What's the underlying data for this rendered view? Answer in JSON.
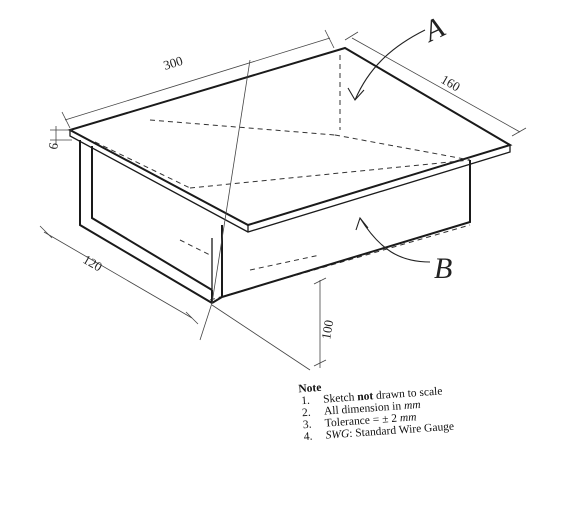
{
  "dimensions": {
    "length": "300",
    "width": "160",
    "thickness": "6",
    "side_width": "120",
    "height": "100"
  },
  "callouts": {
    "a": "A",
    "b": "B"
  },
  "note": {
    "title": "Note",
    "items": [
      {
        "num": "1.",
        "pre": "Sketch ",
        "bold": "not",
        "post": " drawn to scale"
      },
      {
        "num": "2.",
        "pre": "All dimension in ",
        "italic": "mm",
        "post": ""
      },
      {
        "num": "3.",
        "pre": "Tolerance = ± 2 ",
        "italic": "mm",
        "post": ""
      },
      {
        "num": "4.",
        "pre": "",
        "italic": "SWG",
        "post": ": Standard Wire Gauge"
      }
    ]
  }
}
